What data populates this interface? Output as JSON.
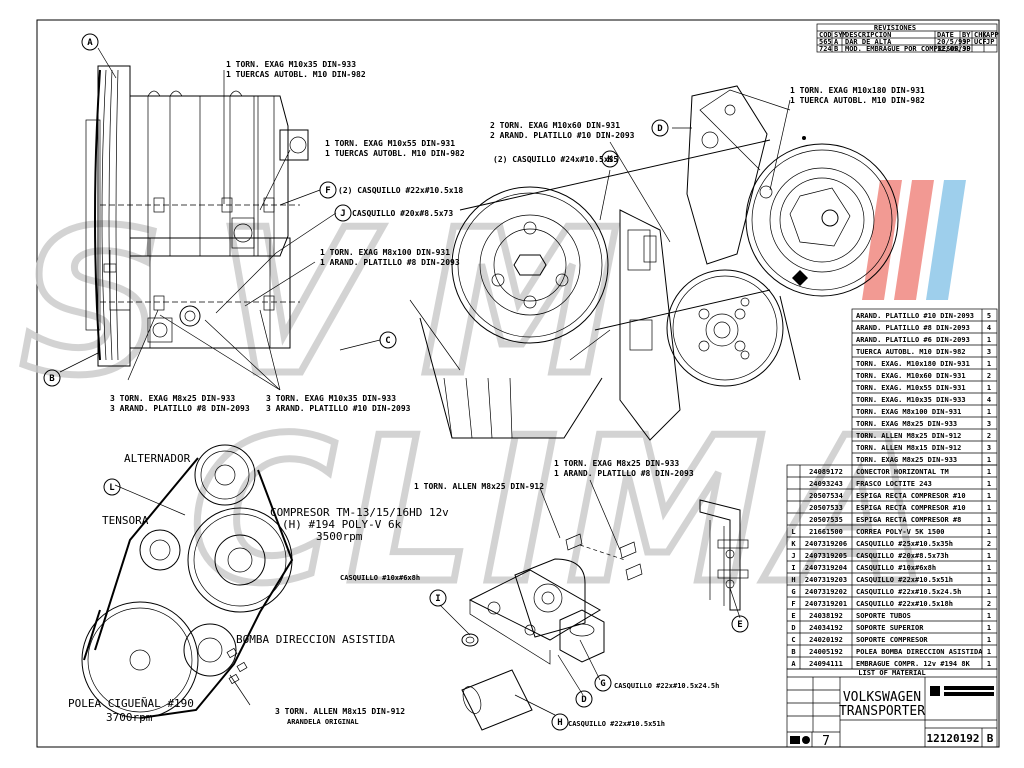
{
  "watermark": {
    "line1": "SVM",
    "line2": "CLIMA"
  },
  "revisions": {
    "title": "REVISIONES",
    "headers": [
      "COD",
      "SYM",
      "DESCRIPCION",
      "DATE",
      "BY",
      "CHK",
      "APP"
    ],
    "rows": [
      [
        "565",
        "A",
        "DAR DE ALTA",
        "20/5/99",
        "JP",
        "UCF",
        "JP"
      ],
      [
        "724",
        "B",
        "MOD. EMBRAGUE POR COMPRESOR",
        "12/05/99",
        "JP",
        "",
        ""
      ]
    ]
  },
  "callouts": {
    "left_top_a": "1 TORN. EXAG M10x35 DIN-933",
    "left_top_b": "1 TUERCAS AUTOBL. M10 DIN-982",
    "left_mid_a": "1 TORN. EXAG M10x55 DIN-931",
    "left_mid_b": "1 TUERCAS AUTOBL. M10 DIN-982",
    "casq_f": "(2) CASQUILLO #22x#10.5x18",
    "casq_j": "CASQUILLO #20x#8.5x73",
    "m8_a": "1 TORN. EXAG M8x100 DIN-931",
    "m8_b": "1 ARAND. PLATILLO #8 DIN-2093",
    "bl_a": "3 TORN. EXAG M8x25 DIN-933",
    "bl_b": "3 ARAND. PLATILLO #8 DIN-2093",
    "bm_a": "3 TORN. EXAG M10x35 DIN-933",
    "bm_b": "3 ARAND. PLATILLO #10 DIN-2093",
    "mid_a": "2 TORN. EXAG M10x60 DIN-931",
    "mid_b": "2 ARAND. PLATILLO #10 DIN-2093",
    "casq_k": "(2) CASQUILLO #24x#10.5x35",
    "tr_a": "1 TORN. EXAG M10x180 DIN-931",
    "tr_b": "1 TUERCA AUTOBL. M10 DIN-982",
    "ctr_a": "1 TORN. EXAG M8x25 DIN-933",
    "ctr_b": "1 ARAND. PLATILLO #8 DIN-2093",
    "allen": "1 TORN. ALLEN M8x25 DIN-912",
    "casq_i": "CASQUILLO #10x#6x8h",
    "casq_g": "CASQUILLO #22x#10.5x24.5h",
    "casq_h": "CASQUILLO #22x#10.5x51h",
    "br_a": "3 TORN. ALLEN M8x15 DIN-912",
    "br_b": "ARANDELA ORIGINAL"
  },
  "belt_labels": {
    "alternador": "ALTERNADOR",
    "tensora": "TENSORA",
    "compresor_1": "COMPRESOR TM-13/15/16HD 12v",
    "compresor_2": "(H) #194 POLY-V 6k",
    "compresor_3": "3500rpm",
    "bomba": "BOMBA DIRECCION ASISTIDA",
    "polea_1": "POLEA CIGUEÑAL #190",
    "polea_2": "3700rpm"
  },
  "letters": [
    "A",
    "B",
    "C",
    "D",
    "E",
    "F",
    "G",
    "H",
    "I",
    "J",
    "K",
    "L"
  ],
  "bom_hardware": [
    {
      "desc": "ARAND. PLATILLO #10 DIN-2093",
      "qty": "5"
    },
    {
      "desc": "ARAND. PLATILLO #8 DIN-2093",
      "qty": "4"
    },
    {
      "desc": "ARAND. PLATILLO #6 DIN-2093",
      "qty": "1"
    },
    {
      "desc": "TUERCA AUTOBL. M10 DIN-982",
      "qty": "3"
    },
    {
      "desc": "TORN. EXAG. M10x180 DIN-931",
      "qty": "1"
    },
    {
      "desc": "TORN. EXAG. M10x60 DIN-931",
      "qty": "2"
    },
    {
      "desc": "TORN. EXAG. M10x55 DIN-931",
      "qty": "1"
    },
    {
      "desc": "TORN. EXAG. M10x35 DIN-933",
      "qty": "4"
    },
    {
      "desc": "TORN. EXAG M8x100 DIN-931",
      "qty": "1"
    },
    {
      "desc": "TORN. EXAG M8x25 DIN-933",
      "qty": "3"
    },
    {
      "desc": "TORN. ALLEN M8x25 DIN-912",
      "qty": "2"
    },
    {
      "desc": "TORN. ALLEN M8x15 DIN-912",
      "qty": "3"
    },
    {
      "desc": "TORN. EXAG M8x25 DIN-933",
      "qty": "1"
    }
  ],
  "bom_parts": [
    {
      "item": "",
      "code": "24089172",
      "desc": "CONECTOR HORIZONTAL TM",
      "qty": "1"
    },
    {
      "item": "",
      "code": "24093243",
      "desc": "FRASCO LOCTITE 243",
      "qty": "1"
    },
    {
      "item": "",
      "code": "20507534",
      "desc": "ESPIGA RECTA COMPRESOR #10",
      "qty": "1"
    },
    {
      "item": "",
      "code": "20507533",
      "desc": "ESPIGA RECTA COMPRESOR #10",
      "qty": "1"
    },
    {
      "item": "",
      "code": "20507535",
      "desc": "ESPIGA RECTA COMPRESOR #8",
      "qty": "1"
    },
    {
      "item": "L",
      "code": "21661500",
      "desc": "CORREA POLY-V 5K 1500",
      "qty": "1"
    },
    {
      "item": "K",
      "code": "2407319206",
      "desc": "CASQUILLO #25x#10.5x35h",
      "qty": "2"
    },
    {
      "item": "J",
      "code": "2407319205",
      "desc": "CASQUILLO #20x#8.5x73h",
      "qty": "1"
    },
    {
      "item": "I",
      "code": "2407319204",
      "desc": "CASQUILLO #10x#6x8h",
      "qty": "1"
    },
    {
      "item": "H",
      "code": "2407319203",
      "desc": "CASQUILLO #22x#10.5x51h",
      "qty": "1"
    },
    {
      "item": "G",
      "code": "2407319202",
      "desc": "CASQUILLO #22x#10.5x24.5h",
      "qty": "1"
    },
    {
      "item": "F",
      "code": "2407319201",
      "desc": "CASQUILLO #22x#10.5x18h",
      "qty": "2"
    },
    {
      "item": "E",
      "code": "24038192",
      "desc": "SOPORTE TUBOS",
      "qty": "1"
    },
    {
      "item": "D",
      "code": "24034192",
      "desc": "SOPORTE SUPERIOR",
      "qty": "1"
    },
    {
      "item": "C",
      "code": "24020192",
      "desc": "SOPORTE COMPRESOR",
      "qty": "1"
    },
    {
      "item": "B",
      "code": "24005192",
      "desc": "POLEA BOMBA DIRECCION ASISTIDA",
      "qty": "1"
    },
    {
      "item": "A",
      "code": "24094111",
      "desc": "EMBRAGUE COMPR. 12v #194 8K",
      "qty": "1"
    }
  ],
  "title_block": {
    "title_1": "VOLKSWAGEN",
    "title_2": "TRANSPORTER",
    "drawing_no": "12120192",
    "rev": "B",
    "sheet": "7",
    "list_label": "LIST OF MATERIAL"
  },
  "colors": {
    "ink": "#000000",
    "watermark": "#c9c9c9",
    "logo_red": "#e8473b",
    "logo_blue": "#4fa8dd"
  }
}
